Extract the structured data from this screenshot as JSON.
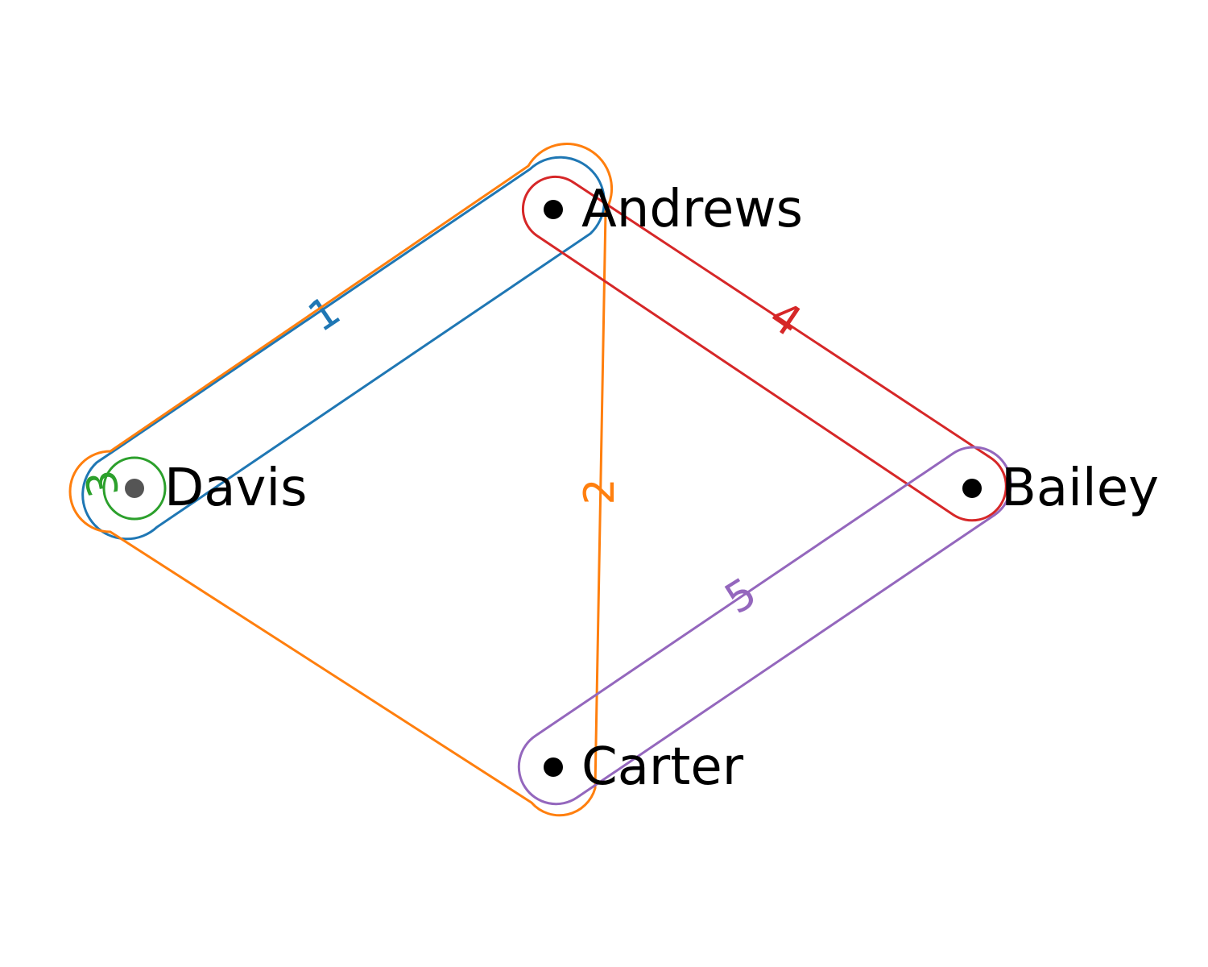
{
  "nodes": [
    {
      "id": "andrews",
      "label": "Andrews"
    },
    {
      "id": "bailey",
      "label": "Bailey"
    },
    {
      "id": "carter",
      "label": "Carter"
    },
    {
      "id": "davis",
      "label": "Davis"
    }
  ],
  "hyperedges": [
    {
      "id": "1",
      "label": "1",
      "color": "#1f77b4",
      "members": [
        "andrews",
        "davis"
      ]
    },
    {
      "id": "2",
      "label": "2",
      "color": "#ff7f0e",
      "members": [
        "andrews",
        "carter",
        "davis"
      ]
    },
    {
      "id": "3",
      "label": "3",
      "color": "#2ca02c",
      "members": [
        "davis"
      ]
    },
    {
      "id": "4",
      "label": "4",
      "color": "#d62728",
      "members": [
        "andrews",
        "bailey"
      ]
    },
    {
      "id": "5",
      "label": "5",
      "color": "#9467bd",
      "members": [
        "bailey",
        "carter"
      ]
    }
  ]
}
